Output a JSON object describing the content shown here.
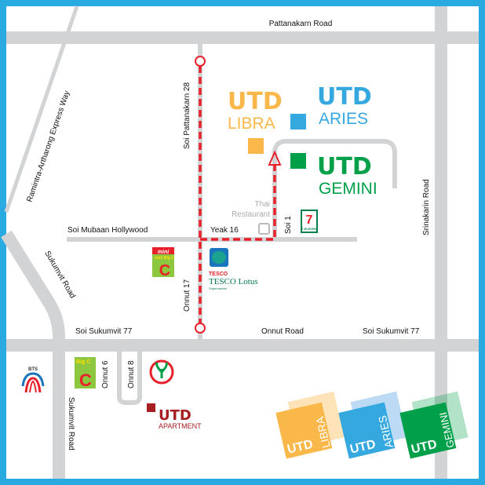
{
  "roads": {
    "pattanakarn": "Pattanakarn Road",
    "srinakarin": "Srinakarin Road",
    "expressway": "Ramintra-Artharong  Express  Way",
    "soi_pattanakarn_28": "Soi Pattanakarn 28",
    "soi_mubaan_hollywood": "Soi Mubaan Hollywood",
    "yeak_16": "Yeak 16",
    "soi_1": "Soi 1",
    "sukumvit_diag": "Sukumvit Road",
    "sukumvit_vert": "Sukumvit Road",
    "soi_sukumvit_77_left": "Soi Sukumvit 77",
    "soi_sukumvit_77_right": "Soi Sukumvit 77",
    "onnut_road": "Onnut Road",
    "onnut_17": "Onnut 17",
    "onnut_6": "Onnut 6",
    "onnut_8": "Onnut 8"
  },
  "places": {
    "thai_restaurant_1": "Thai",
    "thai_restaurant_2": "Restaurant",
    "seven_eleven": "7-ELEVEN",
    "mini_big_c": "mini Big C",
    "tesco_lotus": "TESCO Lotus",
    "tesco_sub": "Supermarket",
    "big_c": "Big C",
    "bts": "BTS"
  },
  "buildings": {
    "libra": {
      "brand": "UTD",
      "name": "LIBRA",
      "color": "#fbb84a"
    },
    "aries": {
      "brand": "UTD",
      "name": "ARIES",
      "color": "#35a8e0"
    },
    "gemini": {
      "brand": "UTD",
      "name": "GEMINI",
      "color": "#00a04a"
    },
    "apartment": {
      "brand": "UTD",
      "name": "APARTMENT",
      "color": "#a61e22"
    }
  },
  "logos": [
    {
      "brand": "UTD",
      "name": "LIBRA"
    },
    {
      "brand": "UTD",
      "name": "ARIES"
    },
    {
      "brand": "UTD",
      "name": "GEMINI"
    }
  ],
  "colors": {
    "border": "#29aae1",
    "road": "#d1d3d4",
    "route": "#e8202a"
  }
}
